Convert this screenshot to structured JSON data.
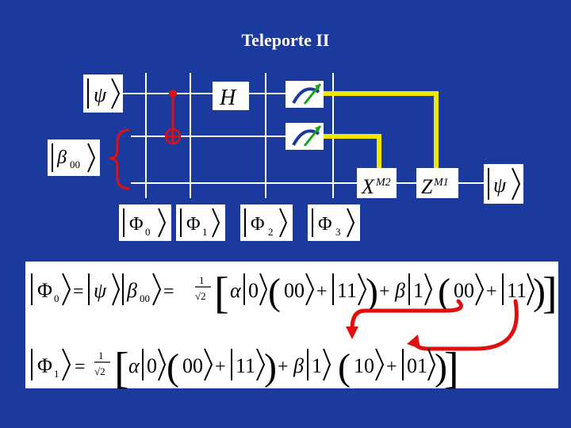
{
  "title": "Teleporte II",
  "circuit": {
    "input_psi": "ψ",
    "input_beta": "β",
    "input_beta_sub": "00",
    "hadamard": "H",
    "x_gate": "X",
    "x_gate_sup": "M2",
    "z_gate": "Z",
    "z_gate_sup": "M1",
    "output_psi": "ψ",
    "states": [
      {
        "symbol": "Φ",
        "sub": "0"
      },
      {
        "symbol": "Φ",
        "sub": "1"
      },
      {
        "symbol": "Φ",
        "sub": "2"
      },
      {
        "symbol": "Φ",
        "sub": "3"
      }
    ]
  },
  "equations": {
    "eq1": {
      "lhs_symbol": "Φ",
      "lhs_sub": "0",
      "eq": "=",
      "psi": "ψ",
      "beta": "β",
      "beta_sub": "00",
      "frac_num": "1",
      "frac_den": "√2",
      "alpha": "α",
      "ket0": "0",
      "k00": "00",
      "plus": "+",
      "k11": "11",
      "beta2": "β",
      "ket1": "1"
    },
    "eq2": {
      "lhs_symbol": "Φ",
      "lhs_sub": "1",
      "eq": "=",
      "frac_num": "1",
      "frac_den": "√2",
      "alpha": "α",
      "ket0": "0",
      "k00": "00",
      "plus": "+",
      "k11": "11",
      "beta2": "β",
      "ket1": "1",
      "k10": "10",
      "k01": "01"
    }
  },
  "colors": {
    "background": "#1a3a9e",
    "classical_wire": "#f2e600",
    "control": "#e01010",
    "meter_arc": "#1a3a9e",
    "meter_needle": "#1aa31a"
  }
}
